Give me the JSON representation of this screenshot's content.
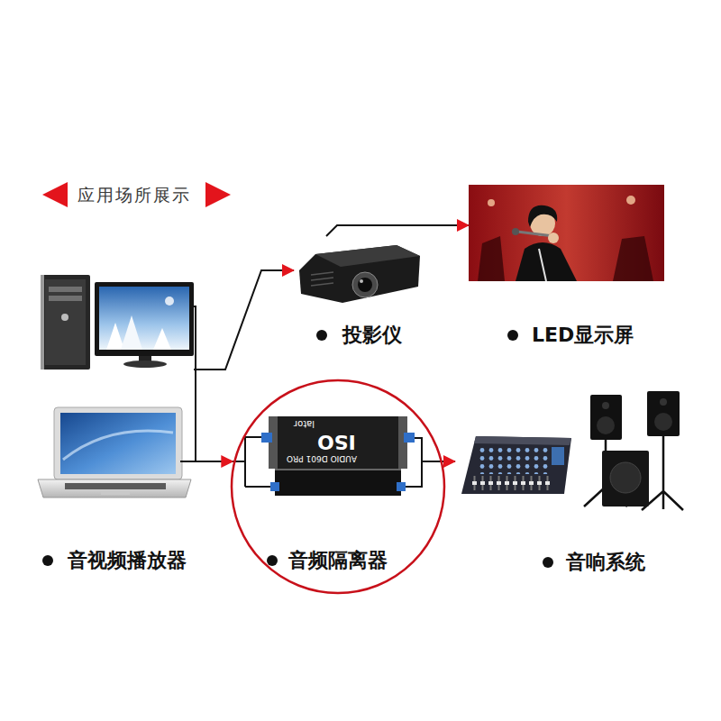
{
  "diagram": {
    "title": "应用场所展示",
    "nodes": [
      {
        "text": [
          "音视频播放器"
        ]
      },
      {
        "text": [
          "投影仪"
        ]
      },
      {
        "text": [
          "LED显示屏"
        ]
      },
      {
        "text": [
          "音频隔离器"
        ]
      },
      {
        "text": [
          "音响系统"
        ]
      }
    ],
    "edges": [
      {
        "from": 0,
        "to": 1,
        "arrow": "to"
      },
      {
        "from": 1,
        "to": 2,
        "arrow": "to"
      },
      {
        "from": 0,
        "to": 3,
        "arrow": "to"
      },
      {
        "from": 3,
        "to": 4,
        "arrow": "to"
      }
    ],
    "labels": [
      "ISO",
      "lator",
      "AUDIO D601 PRO"
    ]
  }
}
